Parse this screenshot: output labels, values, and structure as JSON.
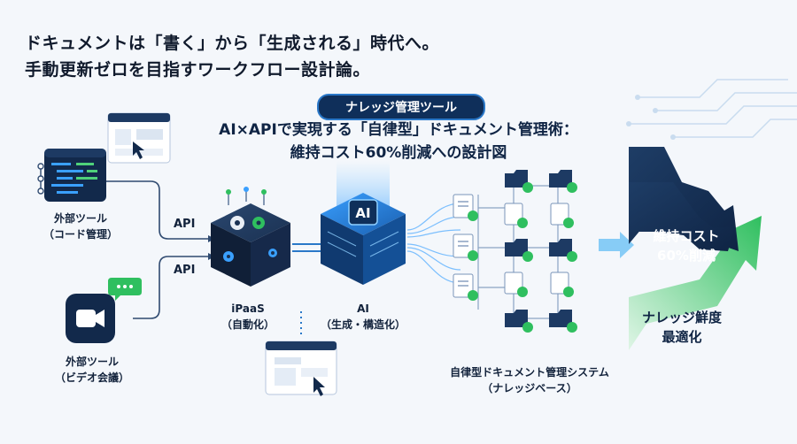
{
  "headline": {
    "line1": "ドキュメントは「書く」から「生成される」時代へ。",
    "line2": "手動更新ゼロを目指すワークフロー設計論。"
  },
  "tag": {
    "label": "ナレッジ管理ツール"
  },
  "subtitle": {
    "line1": "AI×APIで実現する「自律型」ドキュメント管理術：",
    "line2": "維持コスト60%削減への設計図"
  },
  "sources": {
    "code_tool": {
      "line1": "外部ツール",
      "line2": "（コード管理）"
    },
    "video_tool": {
      "line1": "外部ツール",
      "line2": "（ビデオ会議）"
    }
  },
  "connectors": {
    "api_top": "API",
    "api_bottom": "API"
  },
  "ipaas": {
    "line1": "iPaaS",
    "line2": "（自動化）"
  },
  "ai": {
    "chip_label": "AI",
    "line1": "AI",
    "line2": "（生成・構造化）"
  },
  "system": {
    "line1": "自律型ドキュメント管理システム",
    "line2": "（ナレッジベース）"
  },
  "outcomes": {
    "cost_line1": "維持コスト",
    "cost_line2": "60%削減",
    "fresh_line1": "ナレッジ鮮度",
    "fresh_line2": "最適化"
  },
  "colors": {
    "navy": "#0f2f5a",
    "accent_blue": "#2a78c8",
    "green": "#2fbf5f",
    "teal_green": "#3fd0a0"
  }
}
